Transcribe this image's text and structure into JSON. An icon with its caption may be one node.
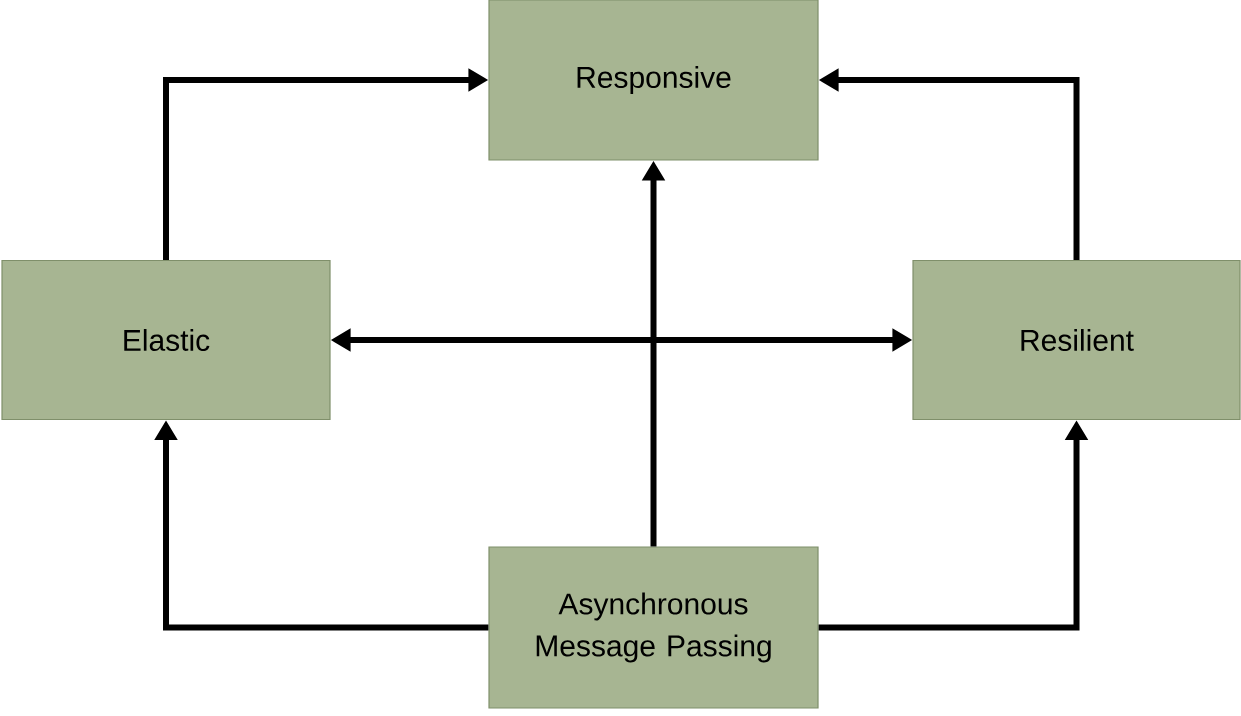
{
  "diagram": {
    "nodes": [
      {
        "text": [
          "Responsive"
        ]
      },
      {
        "text": [
          "Elastic"
        ]
      },
      {
        "text": [
          "Resilient"
        ]
      },
      {
        "text": [
          "Asynchronous Message Passing"
        ]
      }
    ],
    "edges": [
      {
        "from": 1,
        "to": 0,
        "arrow": "to"
      },
      {
        "from": 2,
        "to": 0,
        "arrow": "to"
      },
      {
        "from": 3,
        "to": 0,
        "arrow": "to"
      },
      {
        "from": 1,
        "to": 2,
        "arrow": "both"
      },
      {
        "from": 3,
        "to": 1,
        "arrow": "to"
      },
      {
        "from": 3,
        "to": 2,
        "arrow": "to"
      }
    ]
  }
}
